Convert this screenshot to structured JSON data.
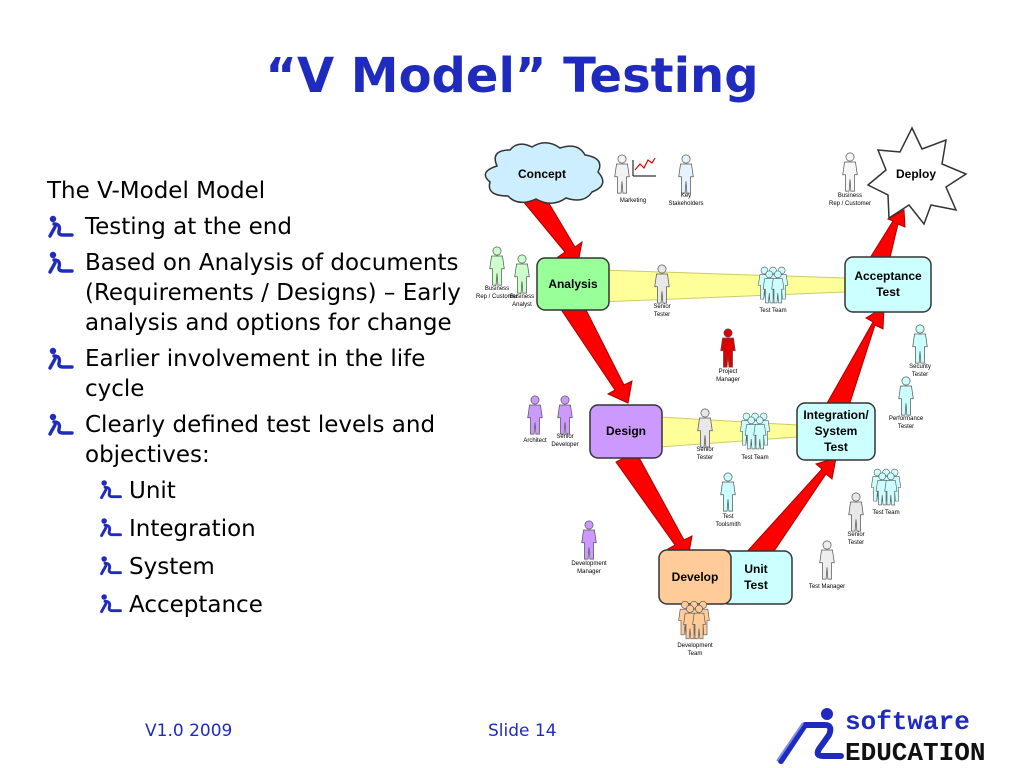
{
  "slide": {
    "title": "“V Model” Testing",
    "intro": "The V-Model Model",
    "bullets": [
      "Testing at the end",
      "Based on Analysis of documents (Requirements / Designs) – Early analysis and options for change",
      "Earlier involvement in the life cycle",
      "Clearly defined test levels and objectives:"
    ],
    "sub_bullets": [
      "Unit",
      "Integration",
      "System",
      "Acceptance"
    ],
    "footer_left": "V1.0 2009",
    "footer_center": "Slide 14",
    "logo_line1": "software",
    "logo_line2": "EDUCATION"
  },
  "diagram": {
    "stages": {
      "concept": "Concept",
      "deploy": "Deploy",
      "analysis": "Analysis",
      "design": "Design",
      "develop": "Develop",
      "unit_test": "Unit Test",
      "integration_system_test": "Integration/ System Test",
      "acceptance_test": "Acceptance Test"
    },
    "roles": {
      "marketing": "Marketing",
      "key_stakeholders": "Key Stakeholders",
      "business_rep_top": "Business Rep / Customer",
      "business_rep_left": "Business Rep / Customer",
      "business_analyst": "Business Analyst",
      "senior_tester_analysis": "Senior Tester",
      "test_team_acceptance": "Test Team",
      "project_manager": "Project Manager",
      "security_tester": "Security Tester",
      "performance_tester": "Performance Tester",
      "architect": "Architect",
      "senior_developer": "Senior Developer",
      "senior_tester_design": "Senior Tester",
      "test_team_design": "Test Team",
      "test_toolsmith": "Test Toolsmith",
      "test_team_integration": "Test Team",
      "senior_tester_integration": "Senior Tester",
      "development_manager": "Development Manager",
      "test_manager": "Test Manager",
      "development_team": "Development Team"
    },
    "colors": {
      "title_blue": "#1f2bbf",
      "arrow_red": "#ff0000",
      "arrow_yellow": "#ffff99",
      "analysis_green": "#99ff99",
      "design_purple": "#cc99ff",
      "develop_orange": "#ffcc99",
      "test_cyan": "#ccffff"
    }
  }
}
